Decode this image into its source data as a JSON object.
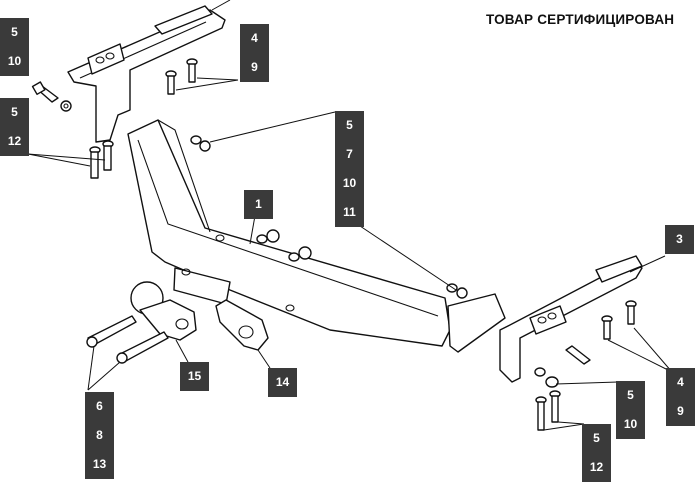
{
  "header": {
    "certificate_text": "ТОВАР СЕРТИФИЦИРОВАН"
  },
  "colors": {
    "label_background": "#3a3a3a",
    "label_text": "#ffffff",
    "line": "#111111",
    "background": "#ffffff"
  },
  "callouts": {
    "top_left_bolt": [
      "5",
      "10"
    ],
    "top_left_stud": [
      "5",
      "12"
    ],
    "top_bracket_bolts": [
      "4",
      "9"
    ],
    "crossbar_nuts": [
      "5",
      "7",
      "10",
      "11"
    ],
    "beam": "1",
    "right_bracket": "3",
    "ball_bolts": [
      "6",
      "8",
      "13"
    ],
    "tow_ball": "15",
    "socket_plate": "14",
    "right_side_bolts": [
      "4",
      "9"
    ],
    "right_lower_bolt": [
      "5",
      "10"
    ],
    "right_lower_stud": [
      "5",
      "12"
    ]
  }
}
